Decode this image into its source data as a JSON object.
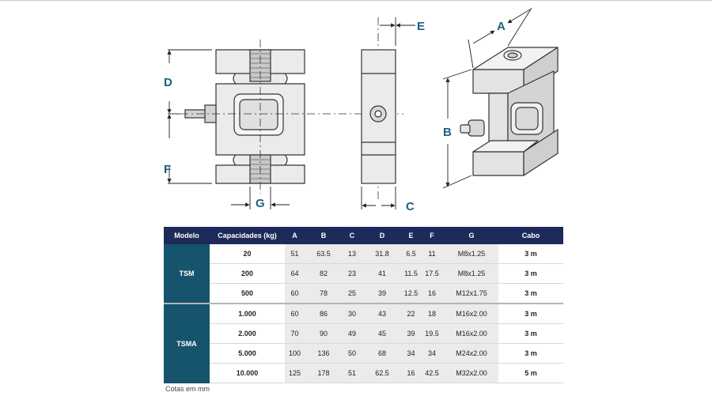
{
  "dimension_labels": {
    "a": "A",
    "b": "B",
    "c": "C",
    "d": "D",
    "e": "E",
    "f": "F",
    "g": "G"
  },
  "table": {
    "headers": [
      "Modelo",
      "Capacidades (kg)",
      "A",
      "B",
      "C",
      "D",
      "E",
      "F",
      "G",
      "Cabo"
    ],
    "groups": [
      {
        "model": "TSM",
        "rows": [
          [
            "20",
            "51",
            "63.5",
            "13",
            "31.8",
            "6.5",
            "11",
            "M8x1.25",
            "3 m"
          ],
          [
            "200",
            "64",
            "82",
            "23",
            "41",
            "11.5",
            "17.5",
            "M8x1.25",
            "3 m"
          ],
          [
            "500",
            "60",
            "78",
            "25",
            "39",
            "12.5",
            "16",
            "M12x1.75",
            "3 m"
          ]
        ]
      },
      {
        "model": "TSMA",
        "rows": [
          [
            "1.000",
            "60",
            "86",
            "30",
            "43",
            "22",
            "18",
            "M16x2.00",
            "3 m"
          ],
          [
            "2.000",
            "70",
            "90",
            "49",
            "45",
            "39",
            "19.5",
            "M16x2.00",
            "3 m"
          ],
          [
            "5.000",
            "100",
            "136",
            "50",
            "68",
            "34",
            "34",
            "M24x2.00",
            "3 m"
          ],
          [
            "10.000",
            "125",
            "178",
            "51",
            "62.5",
            "16",
            "42.5",
            "M32x2.00",
            "5 m"
          ]
        ]
      }
    ]
  },
  "note": "Cotas em mm",
  "colors": {
    "header_bg": "#1d2a5a",
    "model_bg": "#16536c",
    "dim_label": "#1d5f7e",
    "value_bg": "#ebebeb"
  }
}
